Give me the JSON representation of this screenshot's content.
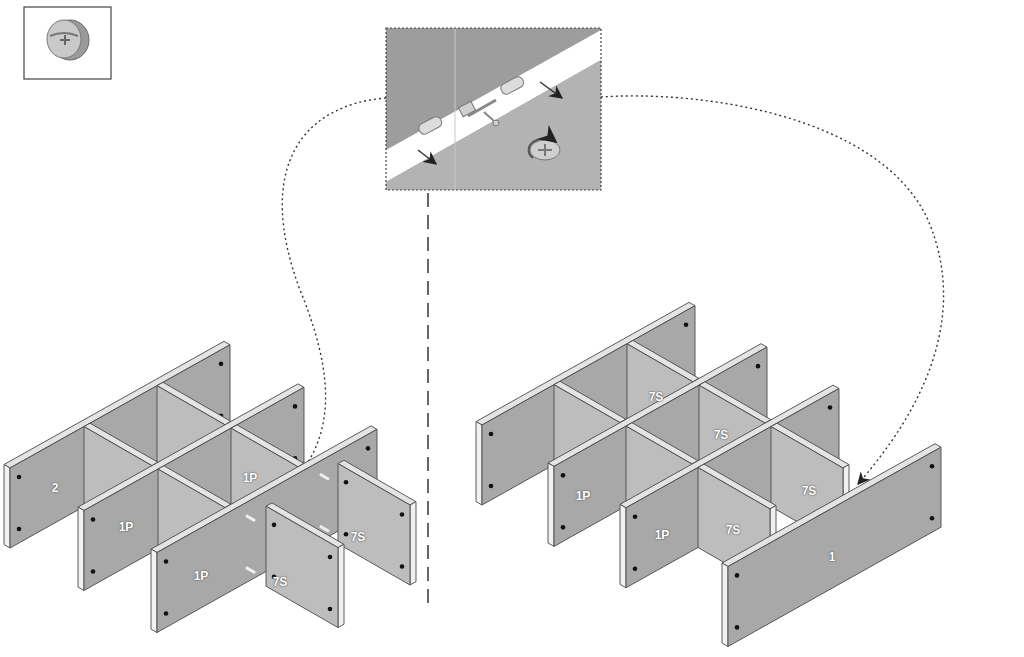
{
  "diagram": {
    "labels": [
      "2",
      "1P",
      "1P",
      "1P",
      "7S",
      "7S",
      "7S",
      "7S",
      "1P",
      "7S",
      "1P",
      "7S",
      "1"
    ]
  }
}
